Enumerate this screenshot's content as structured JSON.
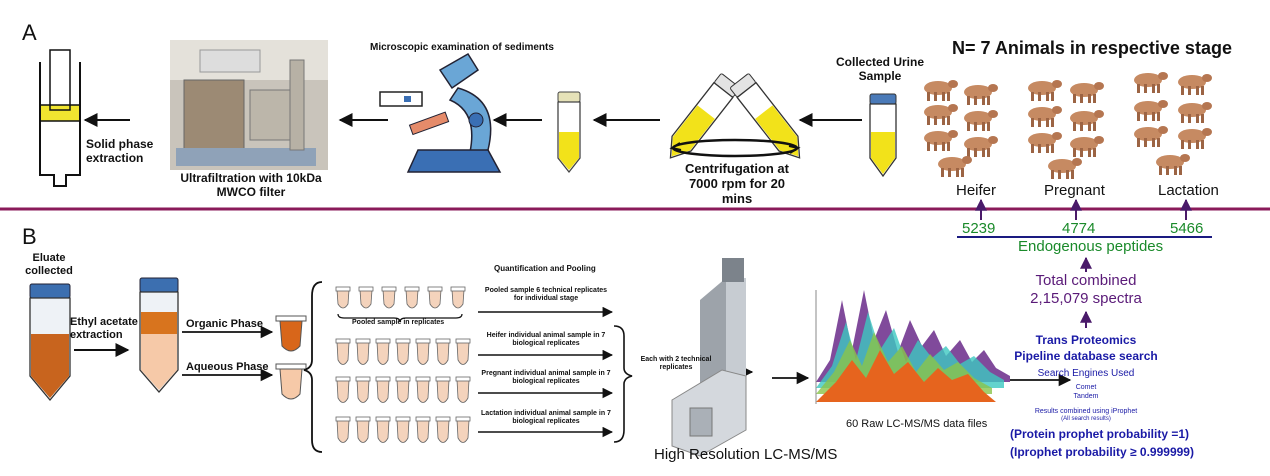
{
  "panel_a": {
    "label": "A",
    "animals_title": "N= 7 Animals in respective stage",
    "collected_urine": "Collected Urine Sample",
    "centrifugation": "Centrifugation at 7000 rpm for 20 mins",
    "microscopic": "Microscopic examination of sediments",
    "ultrafiltration": "Ultrafiltration with 10kDa MWCO filter",
    "solid_phase": "Solid phase extraction",
    "stages": [
      {
        "name": "Heifer",
        "count": "5239"
      },
      {
        "name": "Pregnant",
        "count": "4774"
      },
      {
        "name": "Lactation",
        "count": "5466"
      }
    ]
  },
  "panel_b": {
    "label": "B",
    "eluate": "Eluate collected",
    "ethyl": "Ethyl acetate extraction",
    "organic": "Organic Phase",
    "aqueous": "Aqueous Phase",
    "quant_title": "Quantification and Pooling",
    "pooled_caption": "Pooled sample in replicates",
    "pooled_desc": "Pooled sample 6 technical replicates for individual stage",
    "heifer_desc": "Heifer individual animal sample in 7 biological replicates",
    "pregnant_desc": "Pregnant individual animal sample in 7 biological replicates",
    "lactation_desc": "Lactation individual animal sample in 7 biological replicates",
    "each_with": "Each with 2 technical replicates",
    "instrument": "High Resolution LC-MS/MS",
    "raw_files": "60 Raw LC-MS/MS data files",
    "endogenous": "Endogenous peptides",
    "total_combined": "Total combined",
    "spectra": "2,15,079 spectra",
    "tpp_line1": "Trans Proteomics",
    "tpp_line2": "Pipeline database search",
    "engines": "Search Engines Used",
    "comet": "Comet",
    "tandem": "Tandem",
    "results_combined": "Results combined using iProphet",
    "all_results": "(All search results)",
    "protein_prob": "(Protein prophet probability =1)",
    "iprophet_prob": "(Iprophet probability ≥ 0.999999)"
  },
  "colors": {
    "divider": "#8a1a5a",
    "blue_text": "#1a1aa6",
    "green_text": "#1a8a2a",
    "purple_text": "#5a1a78",
    "urine_yellow": "#f2e21a",
    "organic_orange": "#d8661a",
    "aqueous_peach": "#f6c9a8",
    "tube_cap_blue": "#3c6fb0"
  }
}
